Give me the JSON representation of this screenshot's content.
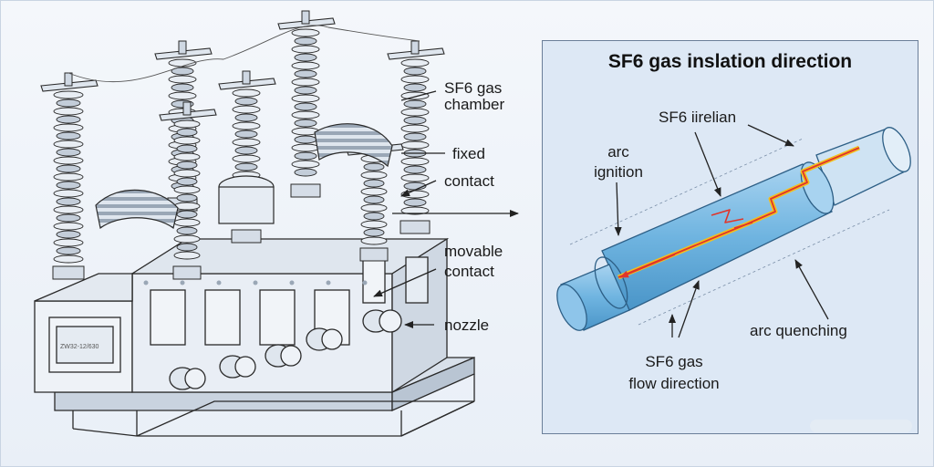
{
  "labels": {
    "sf6_chamber_1": "SF6 gas",
    "sf6_chamber_2": "chamber",
    "fixed_1": "fixed",
    "fixed_2": "contact",
    "movable_1": "movable",
    "movable_2": "contact",
    "nozzle": "nozzle",
    "nameplate": "ZW32-12/630"
  },
  "inset": {
    "title": "SF6 gas inslation direction",
    "top_label": "SF6 iirelian",
    "arc_ignition_1": "arc",
    "arc_ignition_2": "ignition",
    "arc_quenching": "arc quenching",
    "flow_1": "SF6 gas",
    "flow_2": "flow direction"
  },
  "colors": {
    "line": "#2a2a2a",
    "tube_fill": "#6fb4e0",
    "tube_light": "#a8d3f0",
    "arc_yellow": "#f2c01e",
    "arc_red": "#e0352a",
    "panel_bg": "#dde8f5",
    "panel_border": "#6b7f99"
  },
  "icons": [
    "breaker-drawing",
    "insulator-icon",
    "arrow-icon",
    "cylinder-icon",
    "arc-icon"
  ]
}
